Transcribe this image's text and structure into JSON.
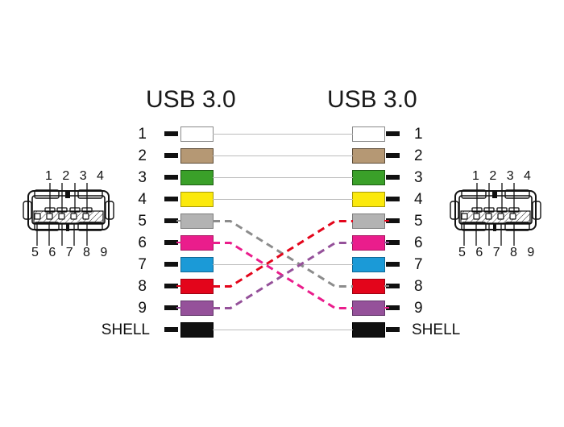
{
  "diagram": {
    "title_left": "USB 3.0",
    "title_right": "USB 3.0",
    "shell_label_left": "SHELL",
    "shell_label_right": "SHELL",
    "connector_left": {
      "name": "usb-3-0-type-a-connector",
      "top_pin_numbers": "1 2 3 4",
      "bottom_pin_numbers": "5 6 7 8 9"
    },
    "connector_right": {
      "name": "usb-3-0-type-a-connector",
      "top_pin_numbers": "1 2 3 4",
      "bottom_pin_numbers": "5 6 7 8 9"
    },
    "pins": [
      {
        "number": "1",
        "color": "#ffffff",
        "border": "#8a8a8a",
        "wire": "straight",
        "wire_color": "#bcbcbc"
      },
      {
        "number": "2",
        "color": "#b59874",
        "border": "#5d4c38",
        "wire": "straight",
        "wire_color": "#bcbcbc"
      },
      {
        "number": "3",
        "color": "#3aa029",
        "border": "#1f5c15",
        "wire": "straight",
        "wire_color": "#bcbcbc"
      },
      {
        "number": "4",
        "color": "#fbe90c",
        "border": "#a89a08",
        "wire": "straight",
        "wire_color": "#bcbcbc"
      },
      {
        "number": "5",
        "color": "#b3b3b3",
        "border": "#7d7d7d",
        "wire": "crossed",
        "wire_color": "#8c8c8c",
        "crosses_to": "8"
      },
      {
        "number": "6",
        "color": "#ea1d8c",
        "border": "#a8135f",
        "wire": "crossed",
        "wire_color": "#ea1d8c",
        "crosses_to": "9"
      },
      {
        "number": "7",
        "color": "#1b9ad7",
        "border": "#106a96",
        "wire": "straight",
        "wire_color": "#bcbcbc"
      },
      {
        "number": "8",
        "color": "#e3051b",
        "border": "#9c0413",
        "wire": "crossed",
        "wire_color": "#e3051b",
        "crosses_to": "5"
      },
      {
        "number": "9",
        "color": "#95519a",
        "border": "#63366a",
        "wire": "crossed",
        "wire_color": "#95519a",
        "crosses_to": "6"
      },
      {
        "number": "SHELL",
        "color": "#111111",
        "border": "#000000",
        "wire": "straight",
        "wire_color": "#bcbcbc"
      }
    ]
  }
}
